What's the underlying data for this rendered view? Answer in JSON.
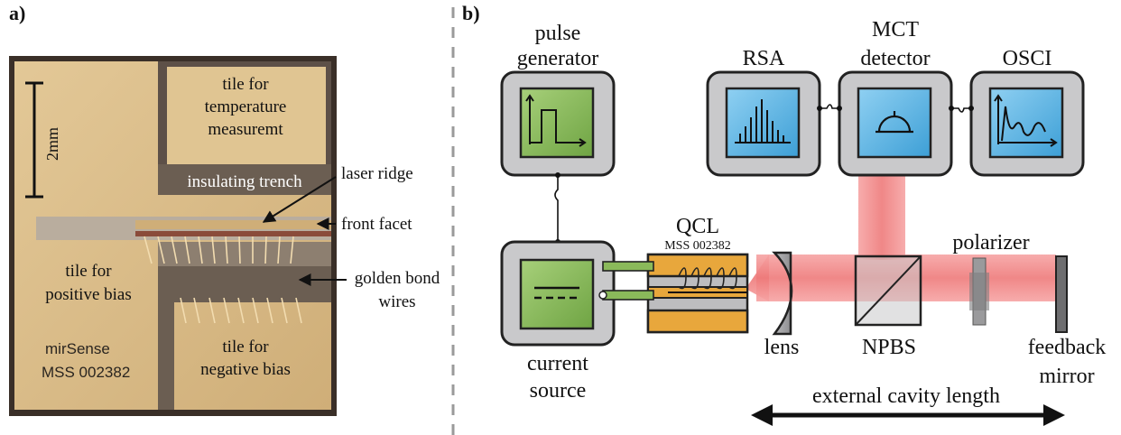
{
  "panel_a": {
    "panel_label": "a)",
    "scale_label": "2mm",
    "tile_temperature": [
      "tile for",
      "temperature",
      "measuremt"
    ],
    "insulating_trench": "insulating trench",
    "tile_positive": [
      "tile for",
      "positive bias"
    ],
    "tile_negative": [
      "tile for",
      "negative bias"
    ],
    "chip_marking": [
      "mirSense",
      "MSS 002382"
    ],
    "callout_laser_ridge": "laser ridge",
    "callout_front_facet": "front facet",
    "callout_bond_wires": [
      "golden bond",
      "wires"
    ]
  },
  "panel_b": {
    "panel_label": "b)",
    "pulse_generator": [
      "pulse",
      "generator"
    ],
    "current_source": [
      "current",
      "source"
    ],
    "rsa": "RSA",
    "mct_detector": [
      "MCT",
      "detector"
    ],
    "osci": "OSCI",
    "qcl": "QCL",
    "qcl_serial": "MSS 002382",
    "lens": "lens",
    "npbs": "NPBS",
    "polarizer": "polarizer",
    "feedback_mirror": [
      "feedback",
      "mirror"
    ],
    "cavity_length": "external cavity length"
  },
  "colors": {
    "box_gray": "#c9c9cb",
    "module_green": "#8ab95a",
    "module_blue": "#5fb6e6",
    "qcl_orange": "#e8a73c",
    "beam_red": "#f08080",
    "chip_gold": "#d9bb86",
    "trench_dark": "#6b5e52",
    "dashed_divider": "#9a9a9a"
  }
}
